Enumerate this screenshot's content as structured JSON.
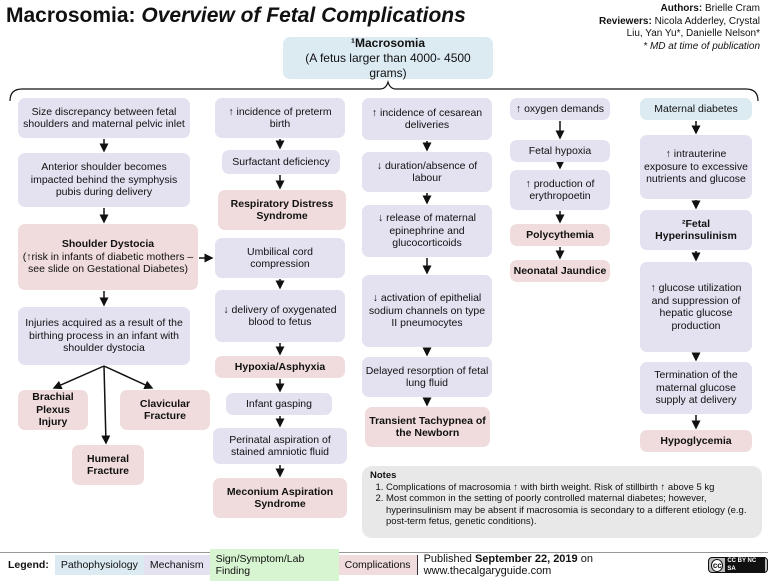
{
  "header": {
    "title_main": "Macrosomia: ",
    "title_italic": "Overview of Fetal Complications",
    "authors_label": "Authors:",
    "authors": " Brielle Cram",
    "reviewers_label": "Reviewers:",
    "reviewers": " Nicola Adderley, Crystal",
    "reviewers2": "Liu, Yan Yu*, Danielle Nelson*",
    "md_note": "* MD at time of publication"
  },
  "top": {
    "title": "¹Macrosomia",
    "subtitle": "(A fetus larger than 4000- 4500 grams)"
  },
  "boxes": [
    {
      "id": "c1a",
      "type": "mech",
      "text": "Size discrepancy between fetal shoulders and maternal pelvic inlet"
    },
    {
      "id": "c1b",
      "type": "mech",
      "text": "Anterior shoulder becomes impacted behind the symphysis pubis during delivery"
    },
    {
      "id": "c1c",
      "type": "comp",
      "text": "Shoulder Dystocia",
      "sub": "(↑risk in infants of diabetic mothers – see slide on Gestational Diabetes)"
    },
    {
      "id": "c1d",
      "type": "mech",
      "text": "Injuries acquired as a result of the birthing process in an infant with shoulder dystocia"
    },
    {
      "id": "c1e",
      "type": "comp",
      "text": "Brachial Plexus Injury"
    },
    {
      "id": "c1f",
      "type": "comp",
      "text": "Clavicular Fracture"
    },
    {
      "id": "c1g",
      "type": "comp",
      "text": "Humeral Fracture"
    },
    {
      "id": "c2a",
      "type": "mech",
      "text": "↑ incidence of preterm birth"
    },
    {
      "id": "c2b",
      "type": "mech",
      "text": "Surfactant deficiency"
    },
    {
      "id": "c2c",
      "type": "comp",
      "text": "Respiratory Distress Syndrome"
    },
    {
      "id": "c2d",
      "type": "mech",
      "text": "Umbilical cord compression"
    },
    {
      "id": "c2e",
      "type": "mech",
      "text": "↓ delivery of oxygenated blood to fetus"
    },
    {
      "id": "c2f",
      "type": "comp",
      "text": "Hypoxia/Asphyxia"
    },
    {
      "id": "c2g",
      "type": "mech",
      "text": "Infant gasping"
    },
    {
      "id": "c2h",
      "type": "mech",
      "text": "Perinatal aspiration of stained amniotic fluid"
    },
    {
      "id": "c2i",
      "type": "comp",
      "text": "Meconium Aspiration Syndrome"
    },
    {
      "id": "c3a",
      "type": "mech",
      "text": "↑ incidence of cesarean deliveries"
    },
    {
      "id": "c3b",
      "type": "mech",
      "text": "↓ duration/absence of labour"
    },
    {
      "id": "c3c",
      "type": "mech",
      "text": "↓ release of maternal epinephrine and glucocorticoids"
    },
    {
      "id": "c3d",
      "type": "mech",
      "text": "↓ activation of epithelial sodium channels on type II pneumocytes"
    },
    {
      "id": "c3e",
      "type": "mech",
      "text": "Delayed resorption of fetal lung fluid"
    },
    {
      "id": "c3f",
      "type": "comp",
      "text": "Transient Tachypnea of the Newborn"
    },
    {
      "id": "c4a",
      "type": "mech",
      "text": "↑ oxygen demands"
    },
    {
      "id": "c4b",
      "type": "mech",
      "text": "Fetal hypoxia"
    },
    {
      "id": "c4c",
      "type": "mech",
      "text": "↑ production of erythropoetin"
    },
    {
      "id": "c4d",
      "type": "comp",
      "text": "Polycythemia"
    },
    {
      "id": "c4e",
      "type": "comp",
      "text": "Neonatal Jaundice"
    },
    {
      "id": "c5a",
      "type": "path",
      "text": "Maternal diabetes"
    },
    {
      "id": "c5b",
      "type": "mech",
      "text": "↑ intrauterine exposure to excessive nutrients and glucose"
    },
    {
      "id": "c5c",
      "type": "mech",
      "text": "²Fetal Hyperinsulinism",
      "bold": true
    },
    {
      "id": "c5d",
      "type": "mech",
      "text": "↑ glucose utilization and suppression of hepatic glucose production"
    },
    {
      "id": "c5e",
      "type": "mech",
      "text": "Termination of the maternal glucose supply at delivery"
    },
    {
      "id": "c5f",
      "type": "comp",
      "text": "Hypoglycemia"
    }
  ],
  "notes": {
    "title": "Notes",
    "items": [
      "Complications of macrosomia ↑ with birth weight. Risk of stillbirth ↑ above 5 kg",
      "Most common in the setting of poorly controlled maternal diabetes; however, hyperinsulinism may be absent if macrosomia is secondary to a different etiology (e.g. post-term fetus, genetic conditions)."
    ]
  },
  "legend": {
    "label": "Legend:",
    "items": [
      "Pathophysiology",
      "Mechanism",
      "Sign/Symptom/Lab Finding",
      "Complications"
    ],
    "colors": {
      "Pathophysiology": "#dceaf2",
      "Mechanism": "#e4e1f0",
      "Sign/Symptom/Lab Finding": "#d8f5d1",
      "Complications": "#f0dcdc"
    },
    "published_pre": "Published ",
    "published_date": "September 22, 2019",
    "published_post": " on www.thecalgaryguide.com",
    "license": "CC BY NC SA"
  }
}
